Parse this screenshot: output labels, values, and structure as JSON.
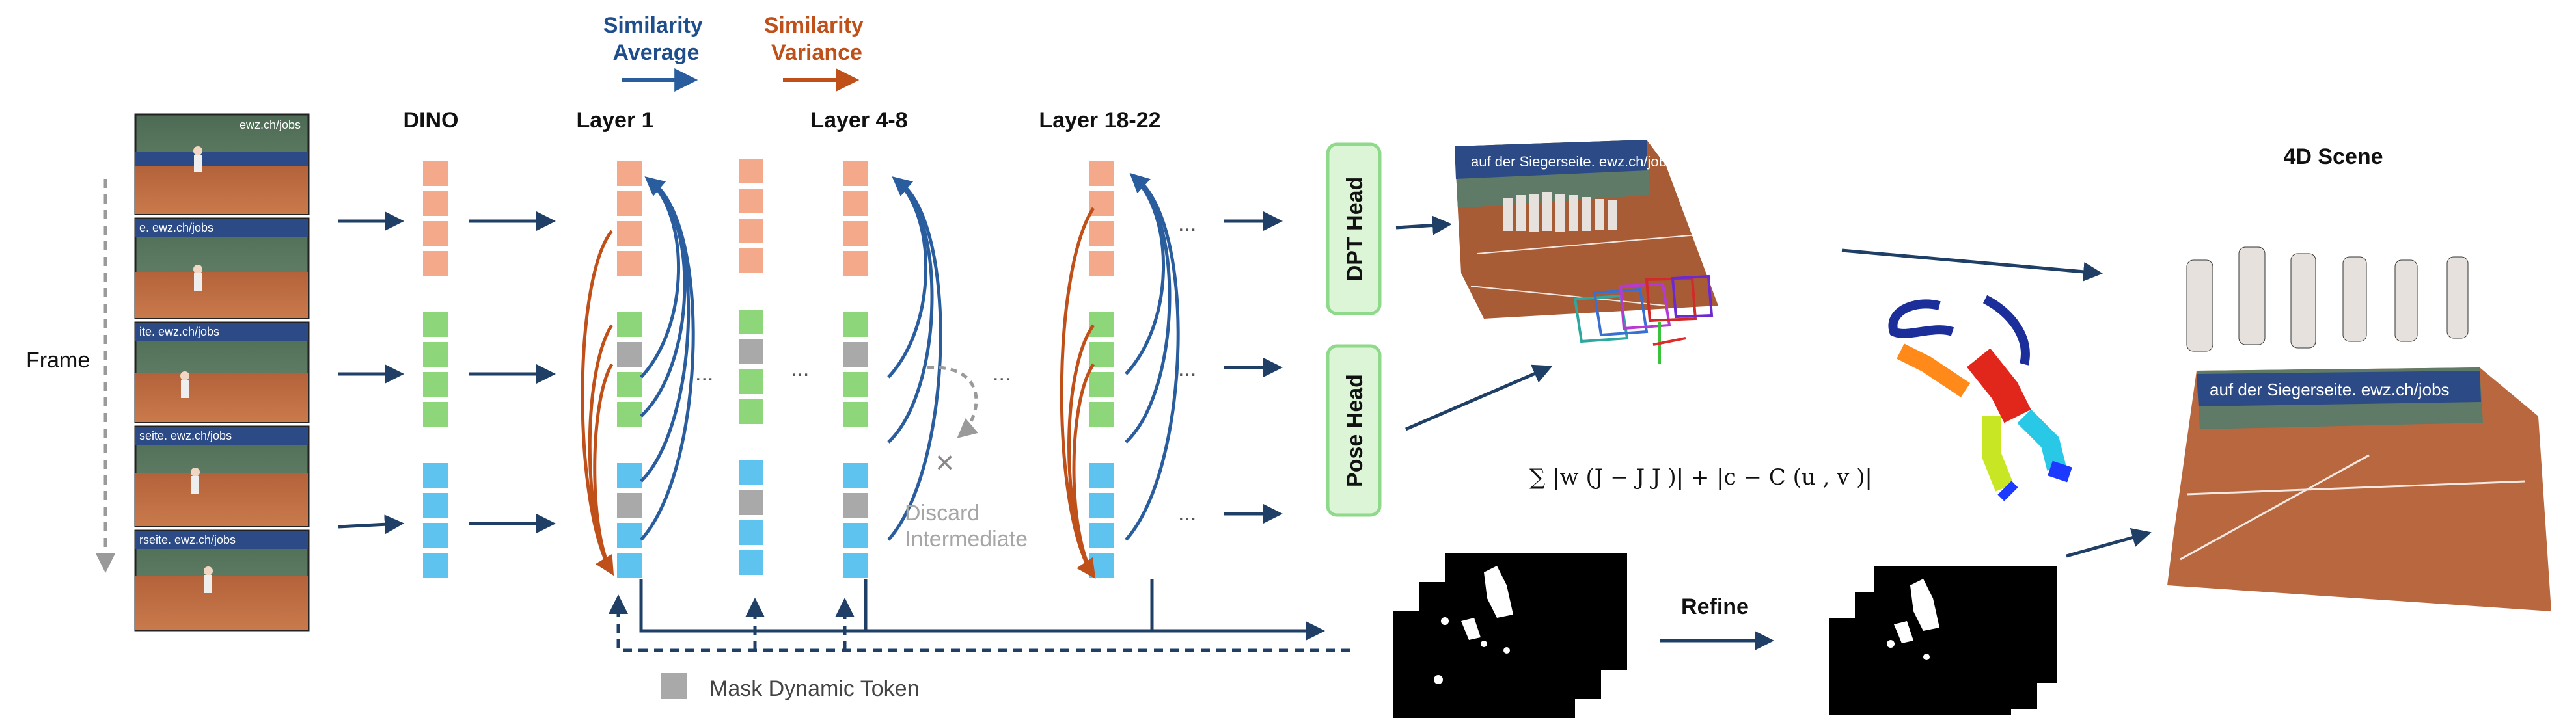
{
  "frame_label": "Frame",
  "frames_watermarks": [
    "ewz.ch/jobs",
    "e. ewz.ch/jobs",
    "ite. ewz.ch/jobs",
    "seite. ewz.ch/jobs",
    "rseite. ewz.ch/jobs"
  ],
  "legend_top": {
    "average": "Similarity\nAverage",
    "variance": "Similarity\nVariance",
    "average_color": "#1f4e8c",
    "variance_color": "#c0501a"
  },
  "columns": {
    "dino": "DINO",
    "layer1": "Layer 1",
    "layer4_8": "Layer 4-8",
    "layer18_22": "Layer 18-22"
  },
  "ellipsis": "...",
  "discard": "Discard\nIntermediate",
  "heads": {
    "dpt": "DPT Head",
    "pose": "Pose Head"
  },
  "scene_title": "4D Scene",
  "scene_banner": "auf der Siegerseite. ewz.ch/jobs",
  "refine": "Refine",
  "legend_bottom": "Mask Dynamic Token",
  "formula": "∑ |w (J   − J   J   )|  + |c − C (u , v )|",
  "colors": {
    "token_orange": "#f3a98a",
    "token_green": "#8dd67a",
    "token_blue": "#5ec3ee",
    "token_gray": "#a9a9a9",
    "arrow_dark": "#1f3f66",
    "head_border": "#8fd98a",
    "head_fill": "#dcf5d7"
  }
}
